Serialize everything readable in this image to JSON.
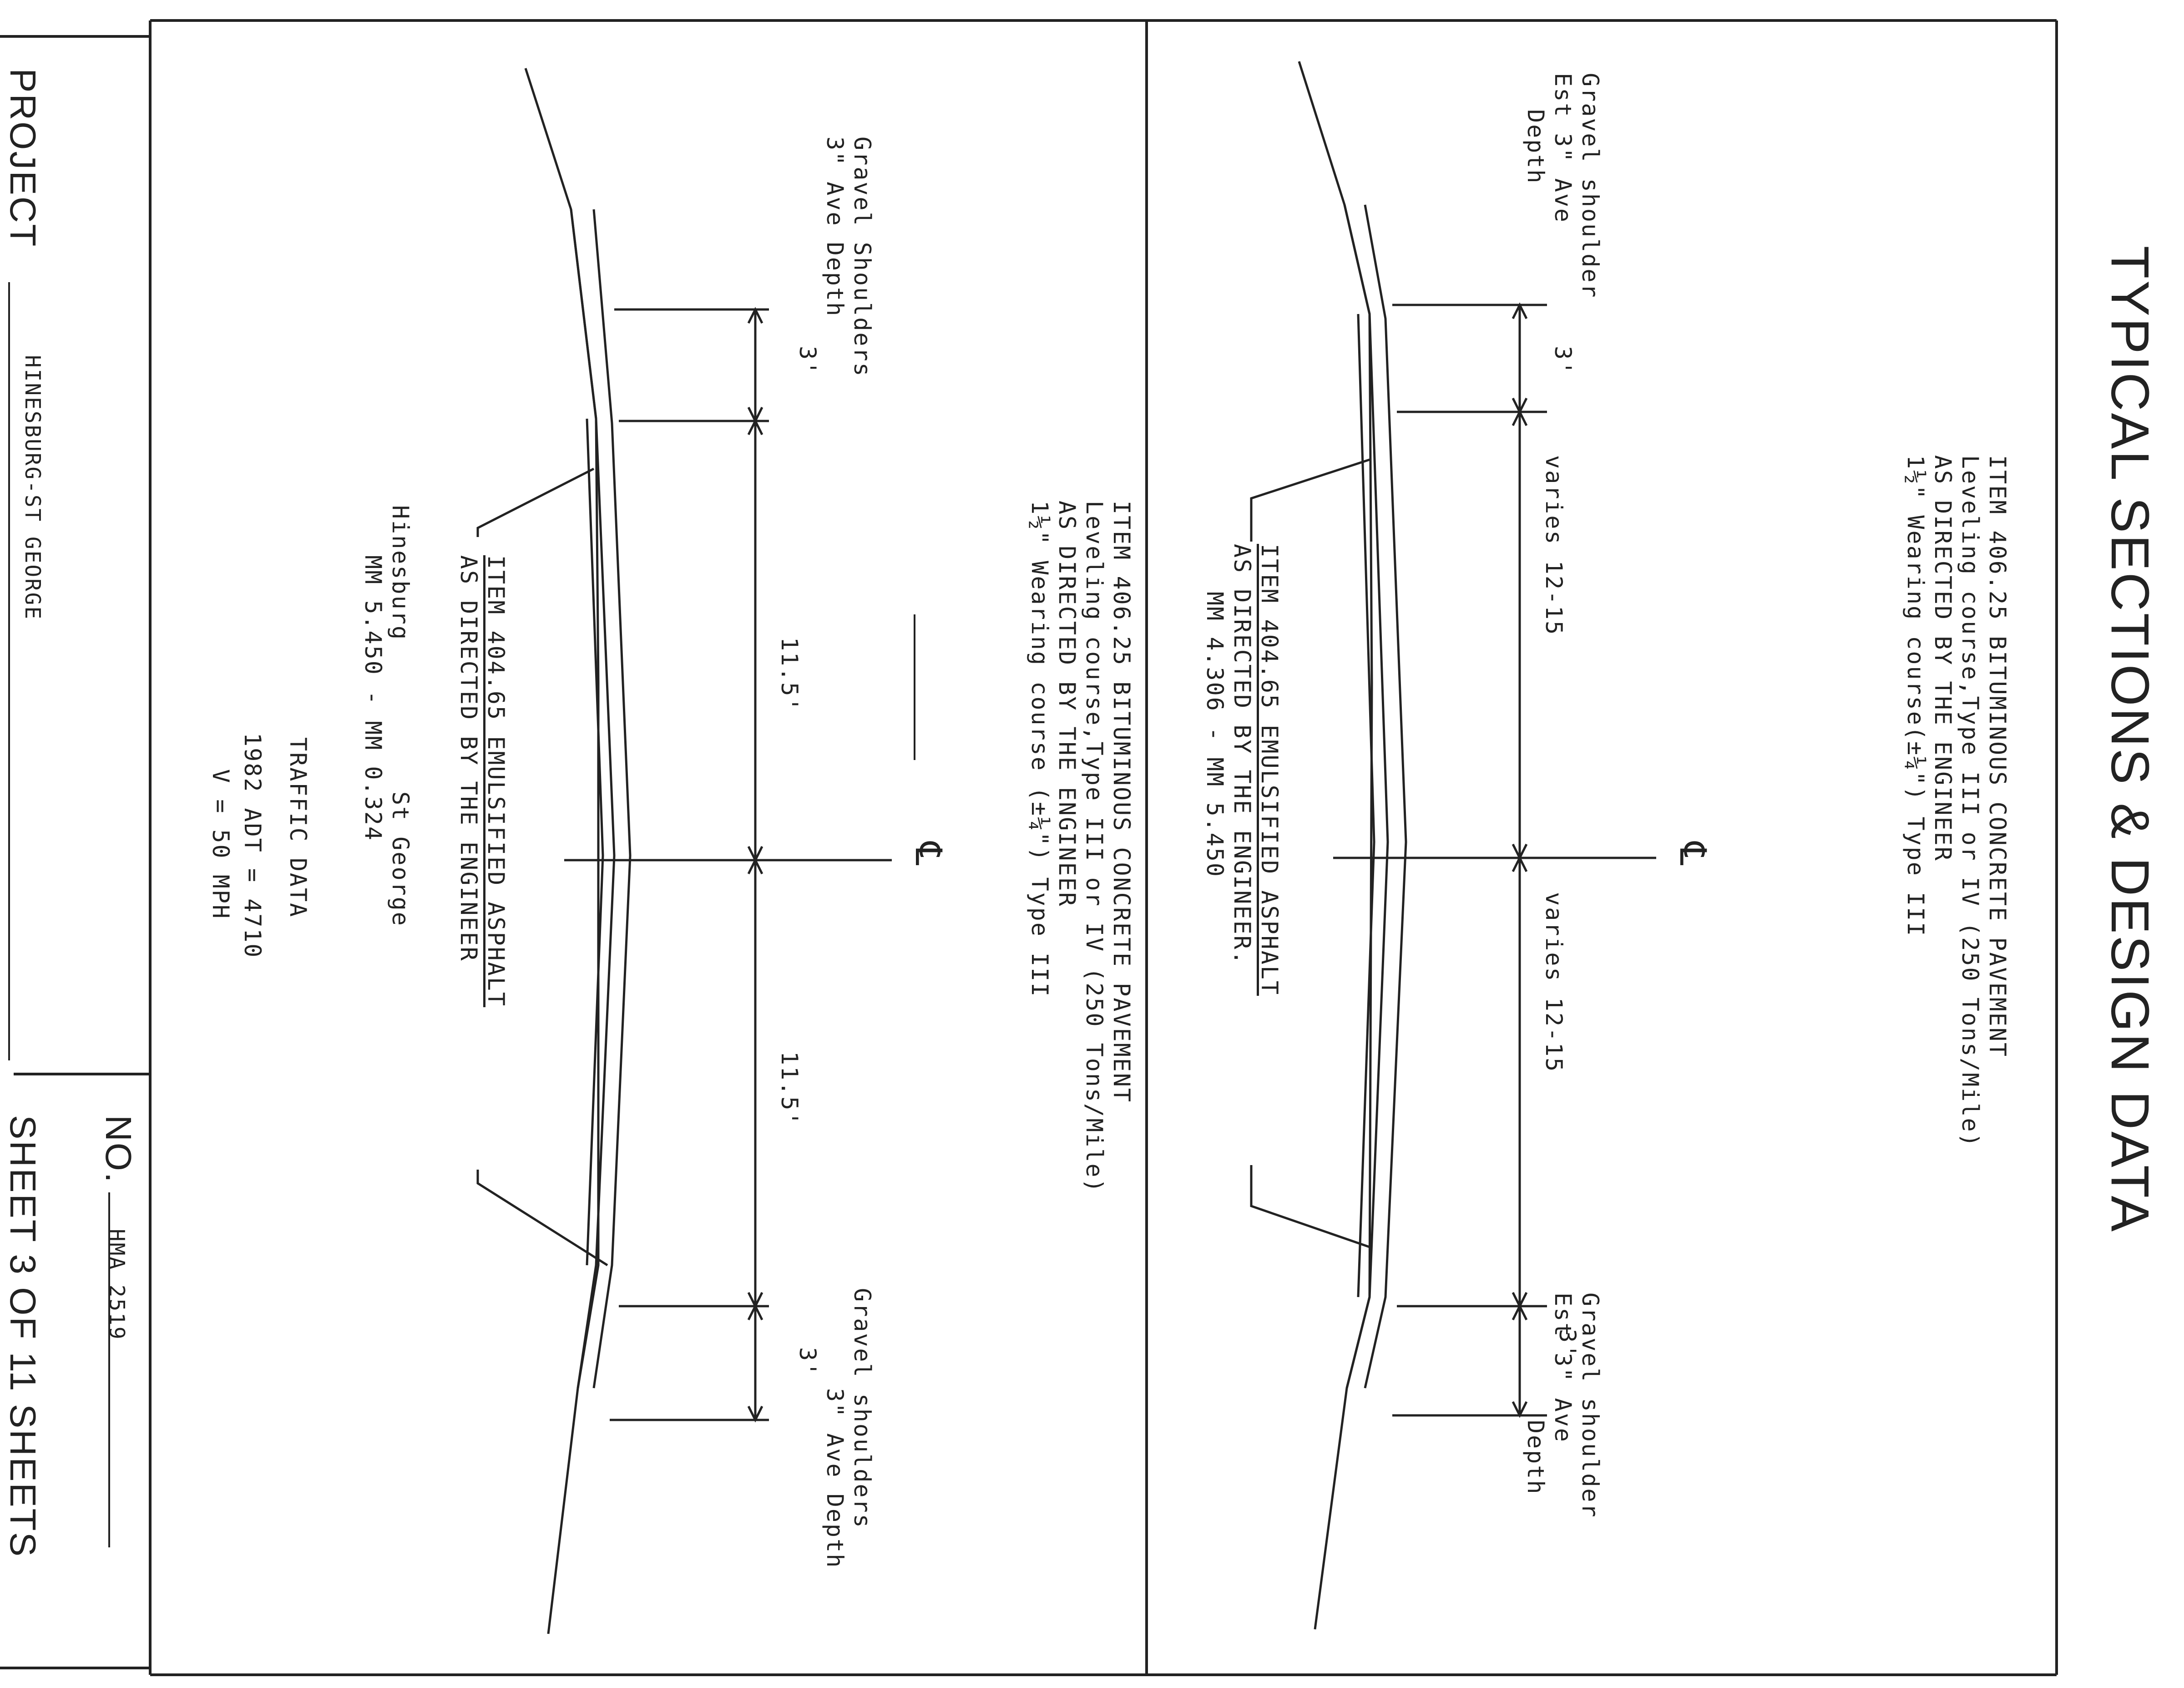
{
  "title": "TYPICAL SECTIONS & DESIGN DATA",
  "top_section": {
    "pavement_note": [
      "ITEM 406.25 BITUMINOUS CONCRETE PAVEMENT",
      "Leveling course,Type III or IV (250 Tons/Mile)",
      "AS DIRECTED BY THE ENGINEER",
      "1½\" Wearing course(±¼\") Type III"
    ],
    "asphalt_note": [
      "ITEM 404.65 EMULSIFIED ASPHALT",
      "AS DIRECTED BY THE ENGINEER.",
      "MM 4.306 - MM 5.450"
    ],
    "left_shoulder": [
      "Gravel shoulder",
      "Est 3\" Ave",
      "Depth"
    ],
    "left_shoulder_width": "3'",
    "left_lane": "varies 12-15",
    "right_lane": "varies 12-15",
    "right_shoulder": [
      "Gravel shoulder",
      "Est 3\" Ave",
      "Depth"
    ],
    "right_shoulder_width": "3'",
    "centerline_symbol": "℄"
  },
  "bottom_section": {
    "pavement_note": [
      "ITEM 406.25 BITUMINOUS CONCRETE PAVEMENT",
      "Leveling course,Type III or IV (250 Tons/Mile)",
      "AS DIRECTED BY THE ENGINEER",
      "1½\" Wearing course (±¼\") Type III"
    ],
    "asphalt_note": [
      "ITEM 404.65 EMULSIFIED ASPHALT",
      "AS DIRECTED BY THE ENGINEER"
    ],
    "left_shoulder": [
      "Gravel Shoulders",
      "3\" Ave Depth"
    ],
    "left_shoulder_width": "3'",
    "left_lane": "11.5'",
    "right_lane": "11.5'",
    "right_shoulder": [
      "Gravel shoulders",
      "3\" Ave Depth"
    ],
    "right_shoulder_width": "3'",
    "centerline_symbol": "℄",
    "limits": [
      "Hinesburg          St George",
      "MM 5.450 - MM 0.324"
    ],
    "traffic_heading": "TRAFFIC DATA",
    "traffic_lines": [
      "1982 ADT = 4710",
      "V = 50 MPH"
    ]
  },
  "title_block": {
    "project_label": "PROJECT",
    "project_value": "HINESBURG-ST GEORGE",
    "no_label": "NO.",
    "no_value": "HMA 2519",
    "sheet_text": "SHEET 3 OF 11 SHEETS"
  }
}
